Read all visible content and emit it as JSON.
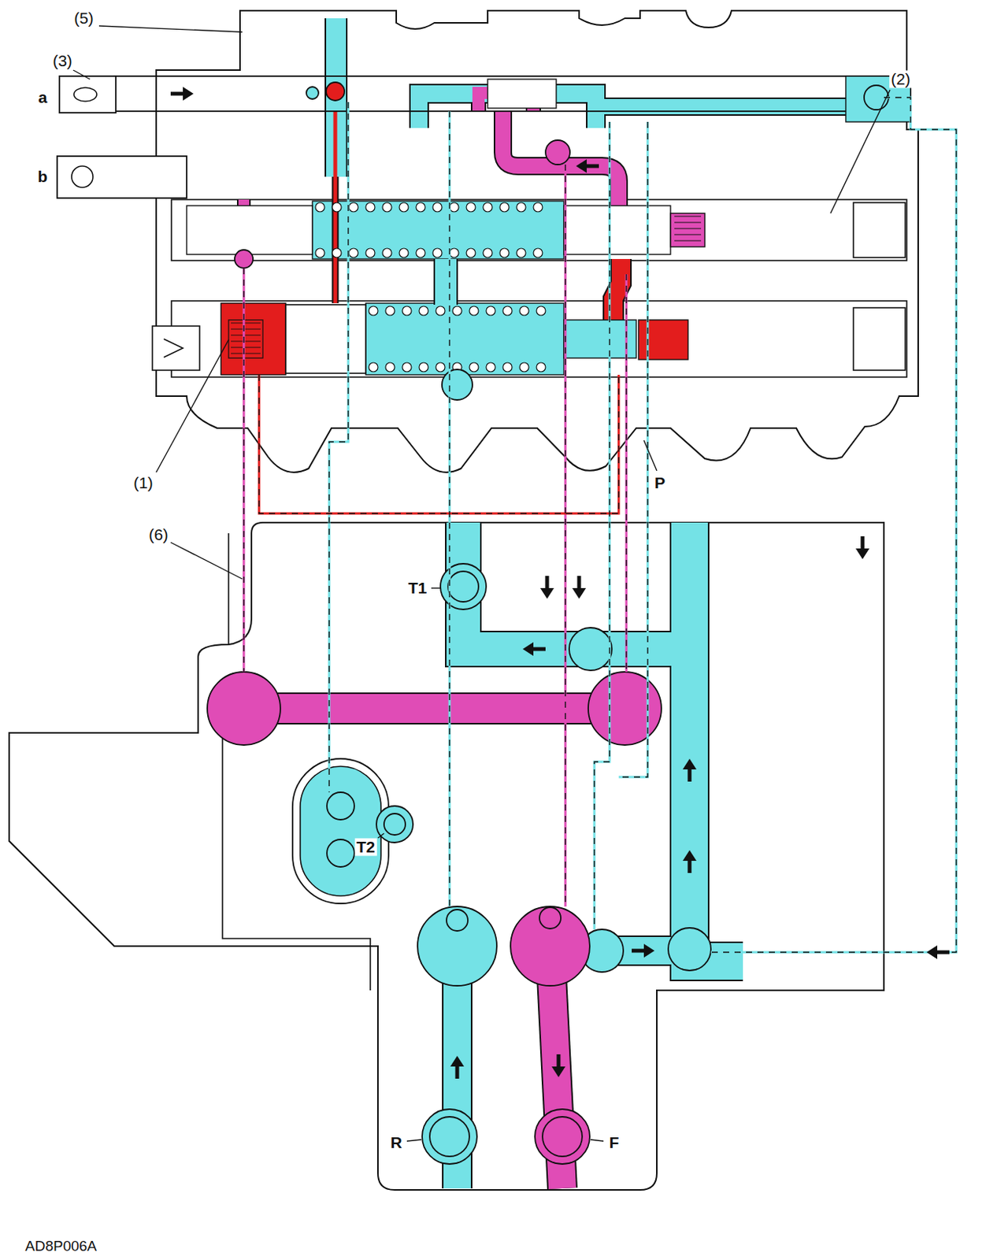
{
  "diagram": {
    "labels": [
      "(5)",
      "(3)",
      "a",
      "(2)",
      "b",
      "(1)",
      "P",
      "(6)",
      "T1",
      "T2",
      "R",
      "F",
      "AD8P006A"
    ]
  }
}
